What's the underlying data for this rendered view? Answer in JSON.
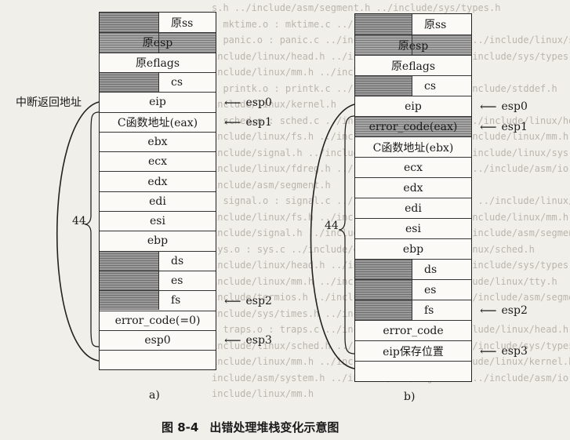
{
  "background_text": [
    "s.h ../include/asm/segment.h ../include/sys/types.h",
    "s mktime.o : mktime.c ../include/time.h",
    "s panic.o : panic.c ../include/linux/kernel.h ../include/linux/sched.h",
    "include/linux/head.h ../include/linux/fs.h ../include/sys/types.h",
    "include/linux/mm.h ../include/signal.h",
    "s printk.o : printk.c ../include/stdarg.h ../include/stddef.h",
    "include/linux/kernel.h",
    "s sched.o : sched.c ../include/linux/sched.h ../include/linux/head.h",
    "include/linux/fs.h ../include/sys/types.h ../include/linux/mm.h",
    "include/signal.h ../include/linux/kernel.h ../include/linux/sys.h",
    "include/linux/fdreg.h ../include/asm/system.h ../include/asm/io.h",
    "include/asm/segment.h",
    "s signal.o : signal.c ../include/linux/sched.h ../include/linux/head.h",
    "include/linux/fs.h ../include/sys/types.h ../include/linux/mm.h",
    "include/signal.h ../include/linux/kernel.h ../include/asm/segment.h",
    "sys.o : sys.c ../include/errno.h ../include/linux/sched.h",
    "include/linux/head.h ../include/linux/fs.h ../include/sys/types.h",
    "include/linux/mm.h ../include/signal.h ../include/linux/tty.h",
    "include/termios.h ../include/linux/kernel.h ../include/asm/segment.h",
    "include/sys/times.h ../include/sys/utsname.h",
    "s traps.o : traps.c ../include/string.h ../include/linux/head.h",
    "include/linux/sched.h ../include/linux/fs.h ../include/sys/types.h",
    "include/linux/mm.h ../include/signal.h ../include/linux/kernel.h",
    "include/asm/system.h ../include/asm/segment.h ../include/asm/io.h",
    "include/linux/mm.h"
  ],
  "diagram_a": {
    "sublabel": "a)",
    "return_label": "中断返回地址",
    "brace_label": "44",
    "cells": [
      {
        "text": "原ss",
        "style": "half"
      },
      {
        "text": "原esp",
        "style": "full"
      },
      {
        "text": "原eflags",
        "style": "none"
      },
      {
        "text": "cs",
        "style": "half"
      },
      {
        "text": "eip",
        "style": "none"
      },
      {
        "text": "C函数地址(eax)",
        "style": "none"
      },
      {
        "text": "ebx",
        "style": "none"
      },
      {
        "text": "ecx",
        "style": "none"
      },
      {
        "text": "edx",
        "style": "none"
      },
      {
        "text": "edi",
        "style": "none"
      },
      {
        "text": "esi",
        "style": "none"
      },
      {
        "text": "ebp",
        "style": "none"
      },
      {
        "text": "ds",
        "style": "half"
      },
      {
        "text": "es",
        "style": "half"
      },
      {
        "text": "fs",
        "style": "half"
      },
      {
        "text": "error_code(=0)",
        "style": "none"
      },
      {
        "text": "esp0",
        "style": "none"
      },
      {
        "text": "",
        "style": "none"
      }
    ],
    "pointers": [
      {
        "row": 4,
        "label": "esp0"
      },
      {
        "row": 5,
        "label": "esp1"
      },
      {
        "row": 14,
        "label": "esp2"
      },
      {
        "row": 16,
        "label": "esp3"
      }
    ]
  },
  "diagram_b": {
    "sublabel": "b)",
    "brace_label": "44",
    "cells": [
      {
        "text": "原ss",
        "style": "half"
      },
      {
        "text": "原esp",
        "style": "full"
      },
      {
        "text": "原eflags",
        "style": "none"
      },
      {
        "text": "cs",
        "style": "half"
      },
      {
        "text": "eip",
        "style": "none"
      },
      {
        "text": "error_code(eax)",
        "style": "full"
      },
      {
        "text": "C函数地址(ebx)",
        "style": "none"
      },
      {
        "text": "ecx",
        "style": "none"
      },
      {
        "text": "edx",
        "style": "none"
      },
      {
        "text": "edi",
        "style": "none"
      },
      {
        "text": "esi",
        "style": "none"
      },
      {
        "text": "ebp",
        "style": "none"
      },
      {
        "text": "ds",
        "style": "half"
      },
      {
        "text": "es",
        "style": "half"
      },
      {
        "text": "fs",
        "style": "half"
      },
      {
        "text": "error_code",
        "style": "none"
      },
      {
        "text": "eip保存位置",
        "style": "none"
      },
      {
        "text": "",
        "style": "none"
      }
    ],
    "pointers": [
      {
        "row": 4,
        "label": "esp0"
      },
      {
        "row": 5,
        "label": "esp1"
      },
      {
        "row": 14,
        "label": "esp2"
      },
      {
        "row": 16,
        "label": "esp3"
      }
    ]
  },
  "caption": {
    "figure_number": "图 8-4",
    "title": "出错处理堆栈变化示意图"
  }
}
